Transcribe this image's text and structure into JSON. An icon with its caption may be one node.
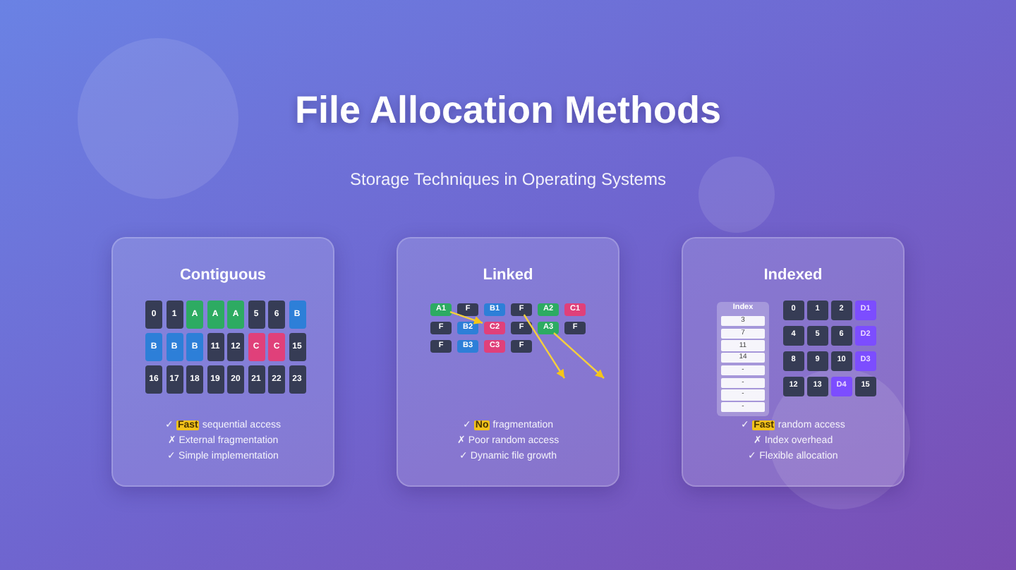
{
  "diagram": {
    "title": "File Allocation Methods",
    "nodes": [
      {
        "text": [
          "Contiguous",
          "✓ **Fast** sequential access",
          "✗ External fragmentation",
          "✓ Simple implementation"
        ]
      },
      {
        "text": [
          "0"
        ],
        "in": 0
      },
      {
        "text": [
          "1"
        ],
        "in": 0
      },
      {
        "text": [
          "A"
        ],
        "in": 0
      },
      {
        "text": [
          "A"
        ],
        "in": 0
      },
      {
        "text": [
          "A"
        ],
        "in": 0
      },
      {
        "text": [
          "5"
        ],
        "in": 0
      },
      {
        "text": [
          "6"
        ],
        "in": 0
      },
      {
        "text": [
          "B"
        ],
        "in": 0
      },
      {
        "text": [
          "B"
        ],
        "in": 0
      },
      {
        "text": [
          "B"
        ],
        "in": 0
      },
      {
        "text": [
          "B"
        ],
        "in": 0
      },
      {
        "text": [
          "11"
        ],
        "in": 0
      },
      {
        "text": [
          "12"
        ],
        "in": 0
      },
      {
        "text": [
          "C"
        ],
        "in": 0
      },
      {
        "text": [
          "C"
        ],
        "in": 0
      },
      {
        "text": [
          "15"
        ],
        "in": 0
      },
      {
        "text": [
          "16"
        ],
        "in": 0
      },
      {
        "text": [
          "17"
        ],
        "in": 0
      },
      {
        "text": [
          "18"
        ],
        "in": 0
      },
      {
        "text": [
          "19"
        ],
        "in": 0
      },
      {
        "text": [
          "20"
        ],
        "in": 0
      },
      {
        "text": [
          "21"
        ],
        "in": 0
      },
      {
        "text": [
          "22"
        ],
        "in": 0
      },
      {
        "text": [
          "23"
        ],
        "in": 0
      },
      {
        "text": [
          "Linked",
          "✓ **No** fragmentation",
          "✗ Poor random access",
          "✓ Dynamic file growth"
        ]
      },
      {
        "text": [
          "A1"
        ],
        "in": 25
      },
      {
        "text": [
          "F"
        ],
        "in": 25
      },
      {
        "text": [
          "B1"
        ],
        "in": 25
      },
      {
        "text": [
          "F"
        ],
        "in": 25
      },
      {
        "text": [
          "A2"
        ],
        "in": 25
      },
      {
        "text": [
          "C1"
        ],
        "in": 25
      },
      {
        "text": [
          "F"
        ],
        "in": 25
      },
      {
        "text": [
          "B2"
        ],
        "in": 25
      },
      {
        "text": [
          "C2"
        ],
        "in": 25
      },
      {
        "text": [
          "F"
        ],
        "in": 25
      },
      {
        "text": [
          "A3"
        ],
        "in": 25
      },
      {
        "text": [
          "F"
        ],
        "in": 25
      },
      {
        "text": [
          "F"
        ],
        "in": 25
      },
      {
        "text": [
          "B3"
        ],
        "in": 25
      },
      {
        "text": [
          "C3"
        ],
        "in": 25
      },
      {
        "text": [
          "F"
        ],
        "in": 25
      },
      {
        "text": [
          "Indexed",
          "✓ **Fast** random access",
          "✗ Index overhead",
          "✓ Flexible allocation"
        ]
      },
      {
        "text": [
          "Index"
        ],
        "in": 42
      },
      {
        "text": [
          "3"
        ],
        "in": 43
      },
      {
        "text": [
          "7"
        ],
        "in": 43
      },
      {
        "text": [
          "11"
        ],
        "in": 43
      },
      {
        "text": [
          "14"
        ],
        "in": 43
      },
      {
        "text": [
          "-"
        ],
        "in": 43
      },
      {
        "text": [
          "-"
        ],
        "in": 43
      },
      {
        "text": [
          "-"
        ],
        "in": 43
      },
      {
        "text": [
          "-"
        ],
        "in": 43
      },
      {
        "text": [
          "0"
        ],
        "in": 42
      },
      {
        "text": [
          "1"
        ],
        "in": 42
      },
      {
        "text": [
          "2"
        ],
        "in": 42
      },
      {
        "text": [
          "D1"
        ],
        "in": 42
      },
      {
        "text": [
          "4"
        ],
        "in": 42
      },
      {
        "text": [
          "5"
        ],
        "in": 42
      },
      {
        "text": [
          "6"
        ],
        "in": 42
      },
      {
        "text": [
          "D2"
        ],
        "in": 42
      },
      {
        "text": [
          "8"
        ],
        "in": 42
      },
      {
        "text": [
          "9"
        ],
        "in": 42
      },
      {
        "text": [
          "10"
        ],
        "in": 42
      },
      {
        "text": [
          "D3"
        ],
        "in": 42
      },
      {
        "text": [
          "12"
        ],
        "in": 42
      },
      {
        "text": [
          "13"
        ],
        "in": 42
      },
      {
        "text": [
          "D4"
        ],
        "in": 42
      },
      {
        "text": [
          "15"
        ],
        "in": 42
      }
    ],
    "edges": [
      {
        "from": 26,
        "to": 34,
        "arrow": "to"
      },
      {
        "from": 29,
        "to": null,
        "arrow": "to"
      },
      {
        "from": 36,
        "to": null,
        "arrow": "to"
      }
    ],
    "labels": [
      "Storage Techniques in Operating Systems"
    ]
  }
}
